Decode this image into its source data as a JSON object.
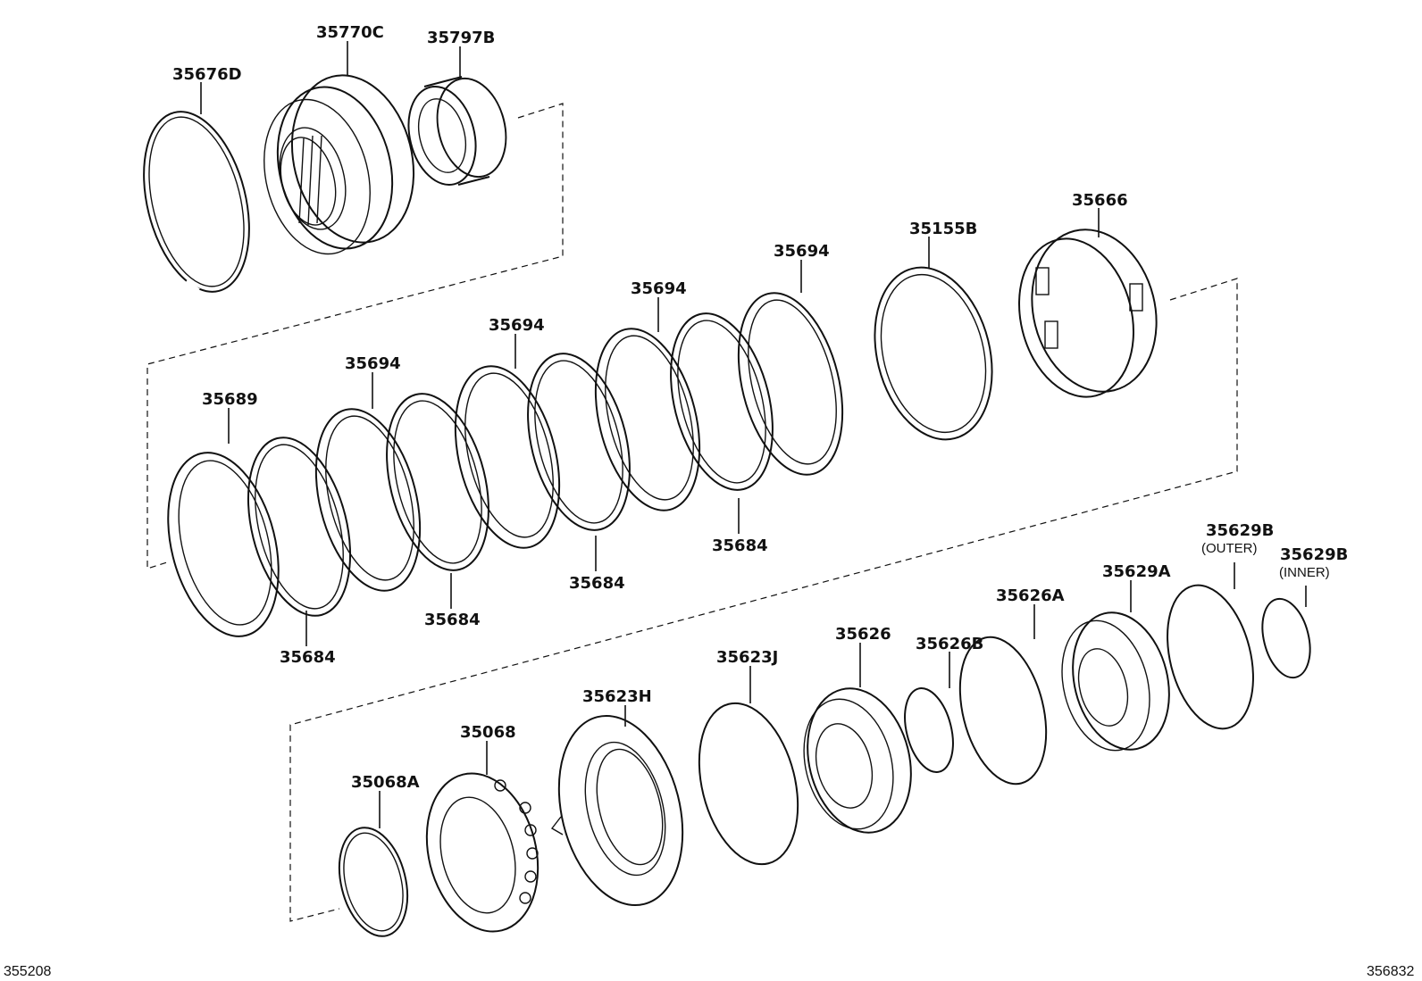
{
  "parts": {
    "p35676D": "35676D",
    "p35770C": "35770C",
    "p35797B": "35797B",
    "p35666": "35666",
    "p35155B": "35155B",
    "p35694_a": "35694",
    "p35694_b": "35694",
    "p35694_c": "35694",
    "p35694_d": "35694",
    "p35689": "35689",
    "p35684_a": "35684",
    "p35684_b": "35684",
    "p35684_c": "35684",
    "p35684_d": "35684",
    "p35629B_outer": "35629B",
    "p35629B_inner": "35629B",
    "p35629A": "35629A",
    "p35626A": "35626A",
    "p35626B": "35626B",
    "p35626": "35626",
    "p35623J": "35623J",
    "p35623H": "35623H",
    "p35068": "35068",
    "p35068A": "35068A"
  },
  "notes": {
    "outer": "(OUTER)",
    "inner": "(INNER)"
  },
  "corner_codes": {
    "left": "355208",
    "right": "356832"
  }
}
